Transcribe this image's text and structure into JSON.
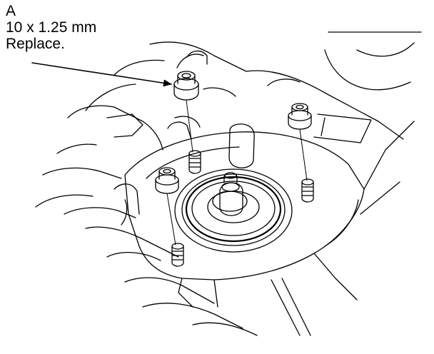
{
  "callout": {
    "letter": "A",
    "size": "10 x 1.25 mm",
    "note": "Replace."
  },
  "colors": {
    "ink": "#000000",
    "paper": "#ffffff"
  }
}
